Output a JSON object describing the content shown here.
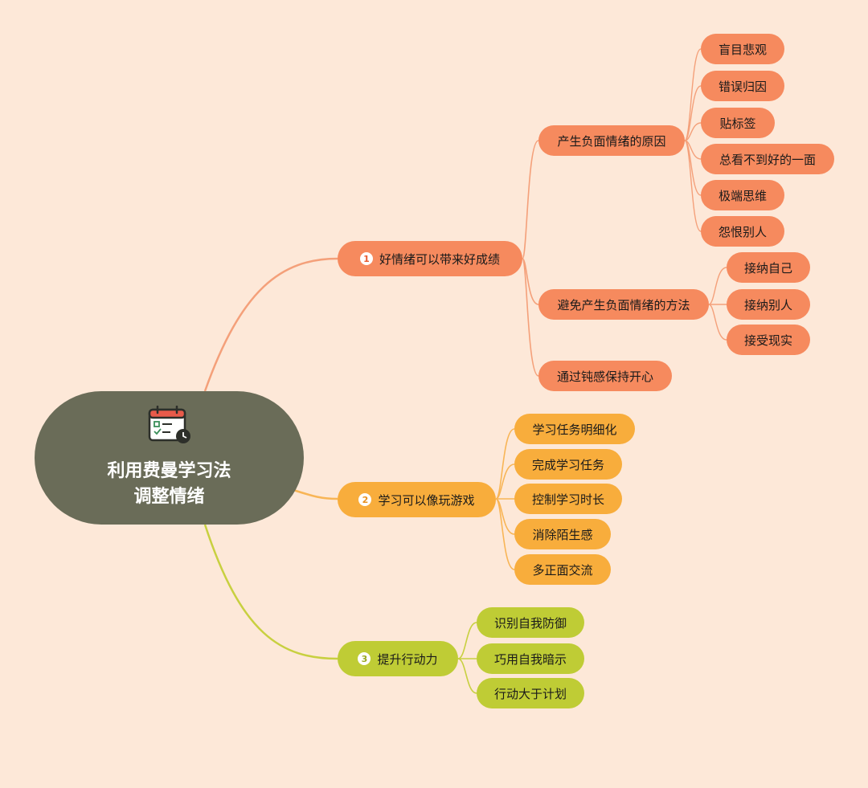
{
  "root": {
    "title_line1": "利用费曼学习法",
    "title_line2": "调整情绪",
    "icon": "calendar-checklist-icon"
  },
  "branches": [
    {
      "number": "1",
      "label": "好情绪可以带来好成绩",
      "color": "#f68a5e",
      "children": [
        {
          "label": "产生负面情绪的原因",
          "children": [
            "盲目悲观",
            "错误归因",
            "贴标签",
            "总看不到好的一面",
            "极端思维",
            "怨恨别人"
          ]
        },
        {
          "label": "避免产生负面情绪的方法",
          "children": [
            "接纳自己",
            "接纳别人",
            "接受现实"
          ]
        },
        {
          "label": "通过钝感保持开心",
          "children": []
        }
      ]
    },
    {
      "number": "2",
      "label": "学习可以像玩游戏",
      "color": "#f8ad3c",
      "children": [
        {
          "label": "学习任务明细化"
        },
        {
          "label": "完成学习任务"
        },
        {
          "label": "控制学习时长"
        },
        {
          "label": "消除陌生感"
        },
        {
          "label": "多正面交流"
        }
      ]
    },
    {
      "number": "3",
      "label": "提升行动力",
      "color": "#bfcc35",
      "children": [
        {
          "label": "识别自我防御"
        },
        {
          "label": "巧用自我暗示"
        },
        {
          "label": "行动大于计划"
        }
      ]
    }
  ],
  "link_colors": {
    "orange": "#f4a07a",
    "amber": "#f8b556",
    "lime": "#c8d040"
  }
}
